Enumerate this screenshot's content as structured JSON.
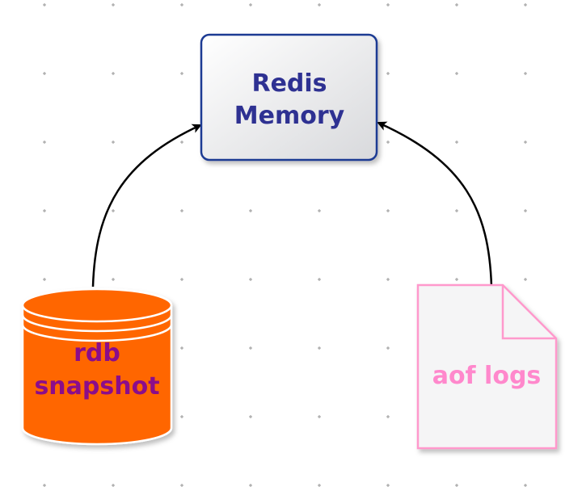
{
  "nodes": {
    "redis_memory": {
      "label_line1": "Redis",
      "label_line2": "Memory",
      "text_color": "#2e3192",
      "border_color": "#1f3a93"
    },
    "rdb_snapshot": {
      "label_line1": "rdb",
      "label_line2": "snapshot",
      "fill_color": "#ff6600",
      "text_color": "#8b0a8b"
    },
    "aof_logs": {
      "label": "aof logs",
      "border_color": "#ff99cc",
      "text_color": "#ff88cc"
    }
  },
  "edges": [
    {
      "from": "rdb snapshot",
      "to": "Redis Memory"
    },
    {
      "from": "aof logs",
      "to": "Redis Memory"
    }
  ]
}
